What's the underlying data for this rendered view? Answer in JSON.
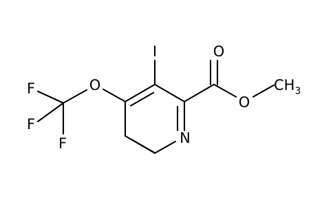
{
  "molecule": {
    "atoms": {
      "iodine": "I",
      "carbonyl_oxygen": "O",
      "ester_oxygen": "O",
      "methyl": "CH",
      "methyl_subscript": "3",
      "ring_nitrogen": "N",
      "ether_oxygen": "O",
      "fluorine_1": "F",
      "fluorine_2": "F",
      "fluorine_3": "F"
    },
    "line_color": "#000000",
    "background": "#ffffff"
  }
}
